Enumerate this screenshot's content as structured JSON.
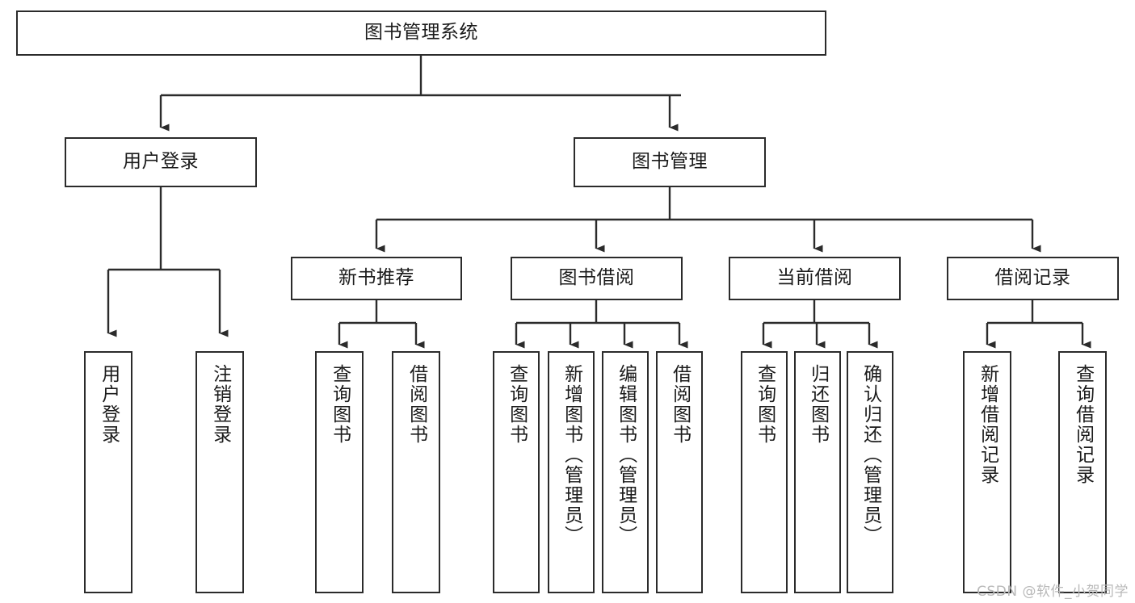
{
  "diagram": {
    "title": "图书管理系统",
    "watermark": "CSDN @软件_小贺同学",
    "line_color": "#2b2b2b",
    "box_fill": "#ffffff",
    "text_color": "#1b1b1b",
    "root": {
      "label": "图书管理系统"
    },
    "level2": [
      {
        "label": "用户登录"
      },
      {
        "label": "图书管理"
      }
    ],
    "level3": [
      {
        "label": "新书推荐"
      },
      {
        "label": "图书借阅"
      },
      {
        "label": "当前借阅"
      },
      {
        "label": "借阅记录"
      }
    ],
    "leaves": {
      "user_login": [
        {
          "label": "用户登录"
        },
        {
          "label": "注销登录"
        }
      ],
      "new_book": [
        {
          "label": "查询图书"
        },
        {
          "label": "借阅图书"
        }
      ],
      "book_borrow": [
        {
          "label": "查询图书"
        },
        {
          "label": "新增图书（管理员）"
        },
        {
          "label": "编辑图书（管理员）"
        },
        {
          "label": "借阅图书"
        }
      ],
      "current_borrow": [
        {
          "label": "查询图书"
        },
        {
          "label": "归还图书"
        },
        {
          "label": "确认归还（管理员）"
        }
      ],
      "borrow_record": [
        {
          "label": "新增借阅记录"
        },
        {
          "label": "查询借阅记录"
        }
      ]
    }
  }
}
